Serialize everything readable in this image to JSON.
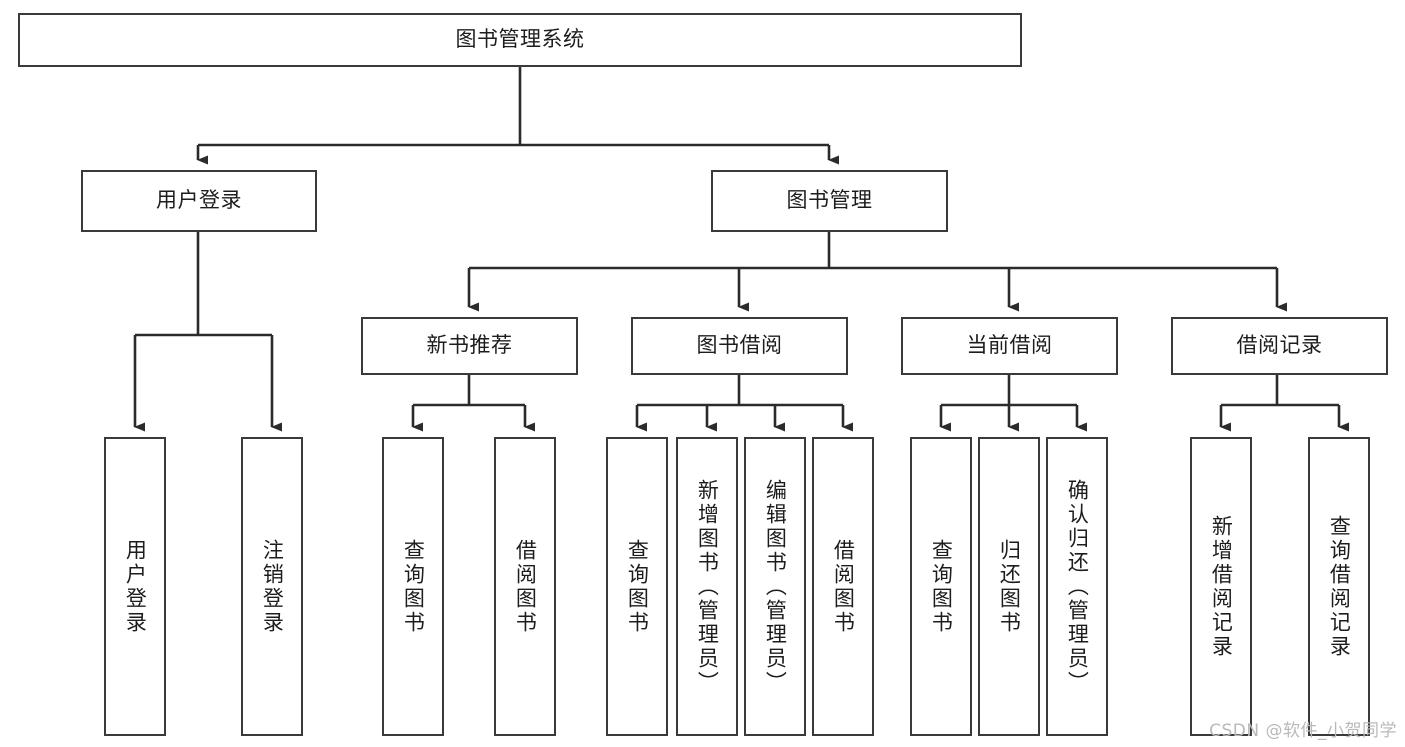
{
  "diagram": {
    "type": "tree",
    "title": "图书管理系统",
    "root": {
      "label": "图书管理系统"
    },
    "level2": [
      {
        "label": "用户登录"
      },
      {
        "label": "图书管理"
      }
    ],
    "level3": [
      {
        "label": "新书推荐"
      },
      {
        "label": "图书借阅"
      },
      {
        "label": "当前借阅"
      },
      {
        "label": "借阅记录"
      }
    ],
    "leaves": {
      "user_login": [
        {
          "label": "用户登录"
        },
        {
          "label": "注销登录"
        }
      ],
      "new_book_recommend": [
        {
          "label": "查询图书"
        },
        {
          "label": "借阅图书"
        }
      ],
      "book_borrow": [
        {
          "label": "查询图书"
        },
        {
          "label": "新增图书（管理员）"
        },
        {
          "label": "编辑图书（管理员）"
        },
        {
          "label": "借阅图书"
        }
      ],
      "current_borrow": [
        {
          "label": "查询图书"
        },
        {
          "label": "归还图书"
        },
        {
          "label": "确认归还（管理员）"
        }
      ],
      "borrow_record": [
        {
          "label": "新增借阅记录"
        },
        {
          "label": "查询借阅记录"
        }
      ]
    }
  },
  "watermark": {
    "text": "CSDN @软件_小贺同学"
  },
  "colors": {
    "background": "#ffffff",
    "node_fill": "#ffffff",
    "node_border": "#3a3a3a",
    "connector": "#2b2b2b",
    "text": "#1d1d1d",
    "watermark": "#b9b9b9"
  }
}
